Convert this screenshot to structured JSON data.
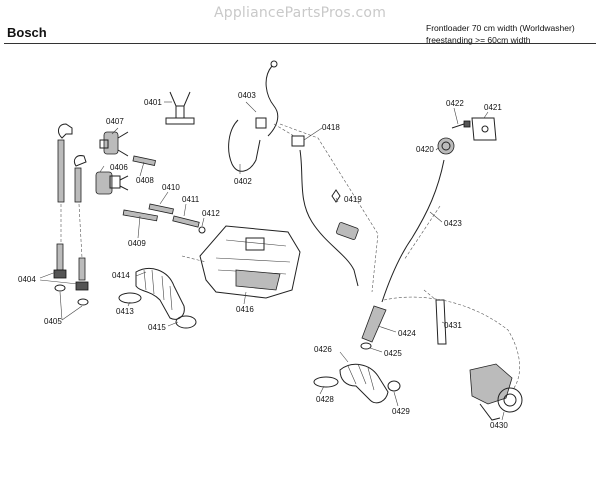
{
  "header": {
    "watermark": "AppliancePartsPros.com",
    "brand": "Bosch",
    "description_line1": "Frontloader 70 cm width (Worldwasher)",
    "description_line2": "freestanding >= 60cm width"
  },
  "parts": {
    "p0401": "0401",
    "p0403": "0403",
    "p0407": "0407",
    "p0406": "0406",
    "p0408": "0408",
    "p0410": "0410",
    "p0411": "0411",
    "p0412": "0412",
    "p0409": "0409",
    "p0402": "0402",
    "p0418": "0418",
    "p0419": "0419",
    "p0422": "0422",
    "p0421": "0421",
    "p0420": "0420",
    "p0423": "0423",
    "p0404": "0404",
    "p0405": "0405",
    "p0414": "0414",
    "p0413": "0413",
    "p0415": "0415",
    "p0416": "0416",
    "p0424": "0424",
    "p0431": "0431",
    "p0426": "0426",
    "p0425": "0425",
    "p0428": "0428",
    "p0429": "0429",
    "p0430": "0430"
  }
}
